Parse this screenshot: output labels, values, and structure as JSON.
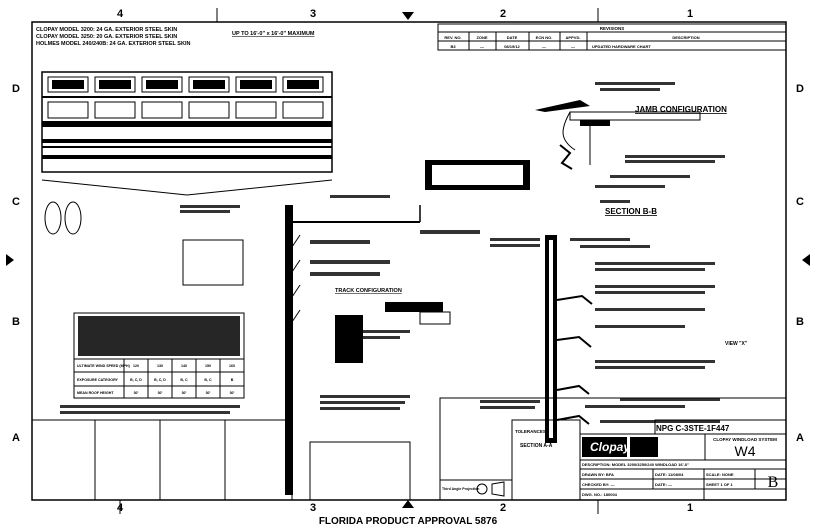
{
  "frame": {
    "columns": [
      "4",
      "3",
      "2",
      "1"
    ],
    "rows": [
      "D",
      "C",
      "B",
      "A"
    ]
  },
  "header_notes": {
    "line1": "CLOPAY MODEL 3200: 24 GA. EXTERIOR STEEL SKIN",
    "line2": "CLOPAY MODEL 3250: 20 GA. EXTERIOR STEEL SKIN",
    "line3": "HOLMES MODEL 240/240B: 24 GA. EXTERIOR STEEL SKIN",
    "size_limit": "UP TO 16'-0\" x 16'-0\" MAXIMUM"
  },
  "revisions": {
    "title": "REVISIONS",
    "headers": [
      "REV. NO.",
      "ZONE",
      "DATE",
      "ECN NO.",
      "APPVD.",
      "DESCRIPTION"
    ],
    "rows": [
      [
        "B3",
        "—",
        "08/19/12",
        "—",
        "—",
        "UPDATED HARDWARE CHART"
      ]
    ]
  },
  "views": {
    "jamb": "JAMB CONFIGURATION",
    "section_bb": "SECTION B-B",
    "track": "TRACK CONFIGURATION",
    "section_aa": "SECTION A-A",
    "view_x": "VIEW \"X\""
  },
  "wind_table": {
    "headers": [
      "ULTIMATE WIND SPEED (MPH)",
      "120",
      "130",
      "140",
      "150",
      "160"
    ],
    "exposure": [
      "EXPOSURE CATEGORY",
      "B, C, D",
      "B, C, D",
      "B, C",
      "B, C",
      "B"
    ],
    "height": [
      "MEAN ROOF HEIGHT",
      "30'",
      "30'",
      "30'",
      "30'",
      "30'"
    ]
  },
  "title_block": {
    "drawing_no": "NPG C-3STE-1F447",
    "system_title": "CLOPAY WINDLOAD SYSTEM",
    "sheet_code": "W4",
    "company": "Clopay",
    "tolerances": "TOLERANCES",
    "description": "DESCRIPTION: MODEL 3200/3250/240 WINDLOAD 16'-0\"",
    "drawn_by": "DRAWN BY: BFA",
    "date": "DATE: 11/08/04",
    "checked_by": "CHECKED BY: —",
    "date2": "DATE: —",
    "scale": "SCALE: NONE",
    "sheet": "SHEET 1 OF 1",
    "dwg_size": "B",
    "dwg_no": "DWG. NO.: 180004",
    "projection": "Third Angle Projection"
  },
  "footer": "FLORIDA PRODUCT APPROVAL 5876"
}
